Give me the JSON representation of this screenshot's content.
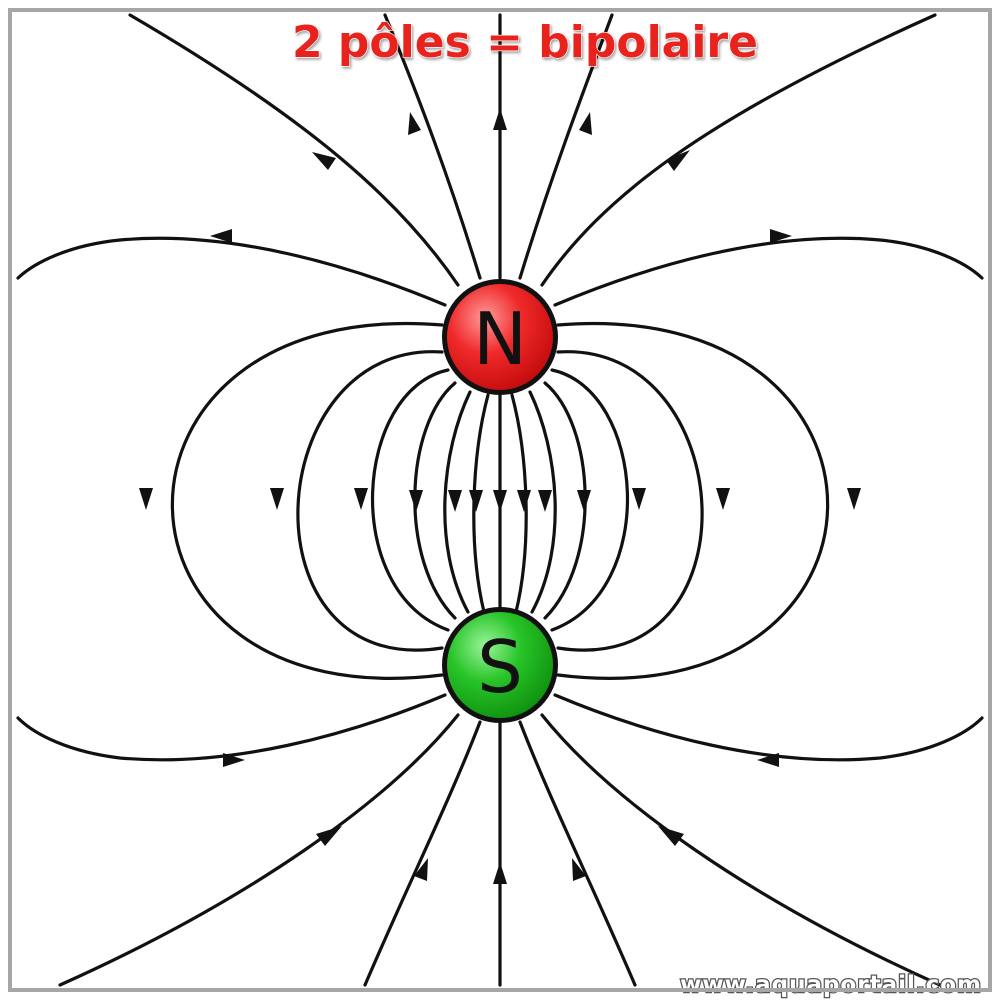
{
  "title": "2 pôles = bipolaire",
  "poles": {
    "north": {
      "label": "N",
      "color": "#ee1c1c"
    },
    "south": {
      "label": "S",
      "color": "#1fbd1f"
    }
  },
  "watermark": "www.aquaportail.com",
  "colors": {
    "title": "#e8201c",
    "field_lines": "#111111",
    "frame": "#a6a6a6",
    "watermark": "#ffffff"
  }
}
